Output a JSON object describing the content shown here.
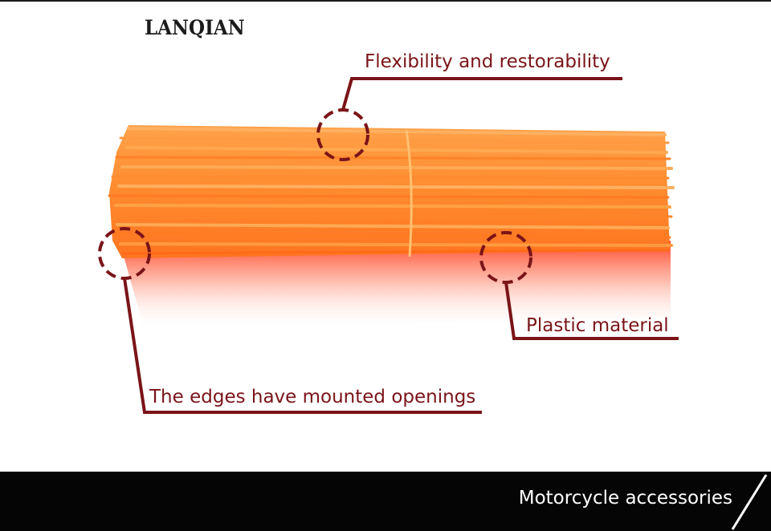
{
  "brand": "LANQIAN",
  "callouts": {
    "flexibility": "Flexibility and restorability",
    "plastic": "Plastic material",
    "edges": "The edges have mounted openings"
  },
  "footer": {
    "label": "Motorcycle accessories"
  },
  "colors": {
    "spoke_orange": "#ff8a2e",
    "callout_red": "#7a1418",
    "footer_bg": "#050505"
  }
}
